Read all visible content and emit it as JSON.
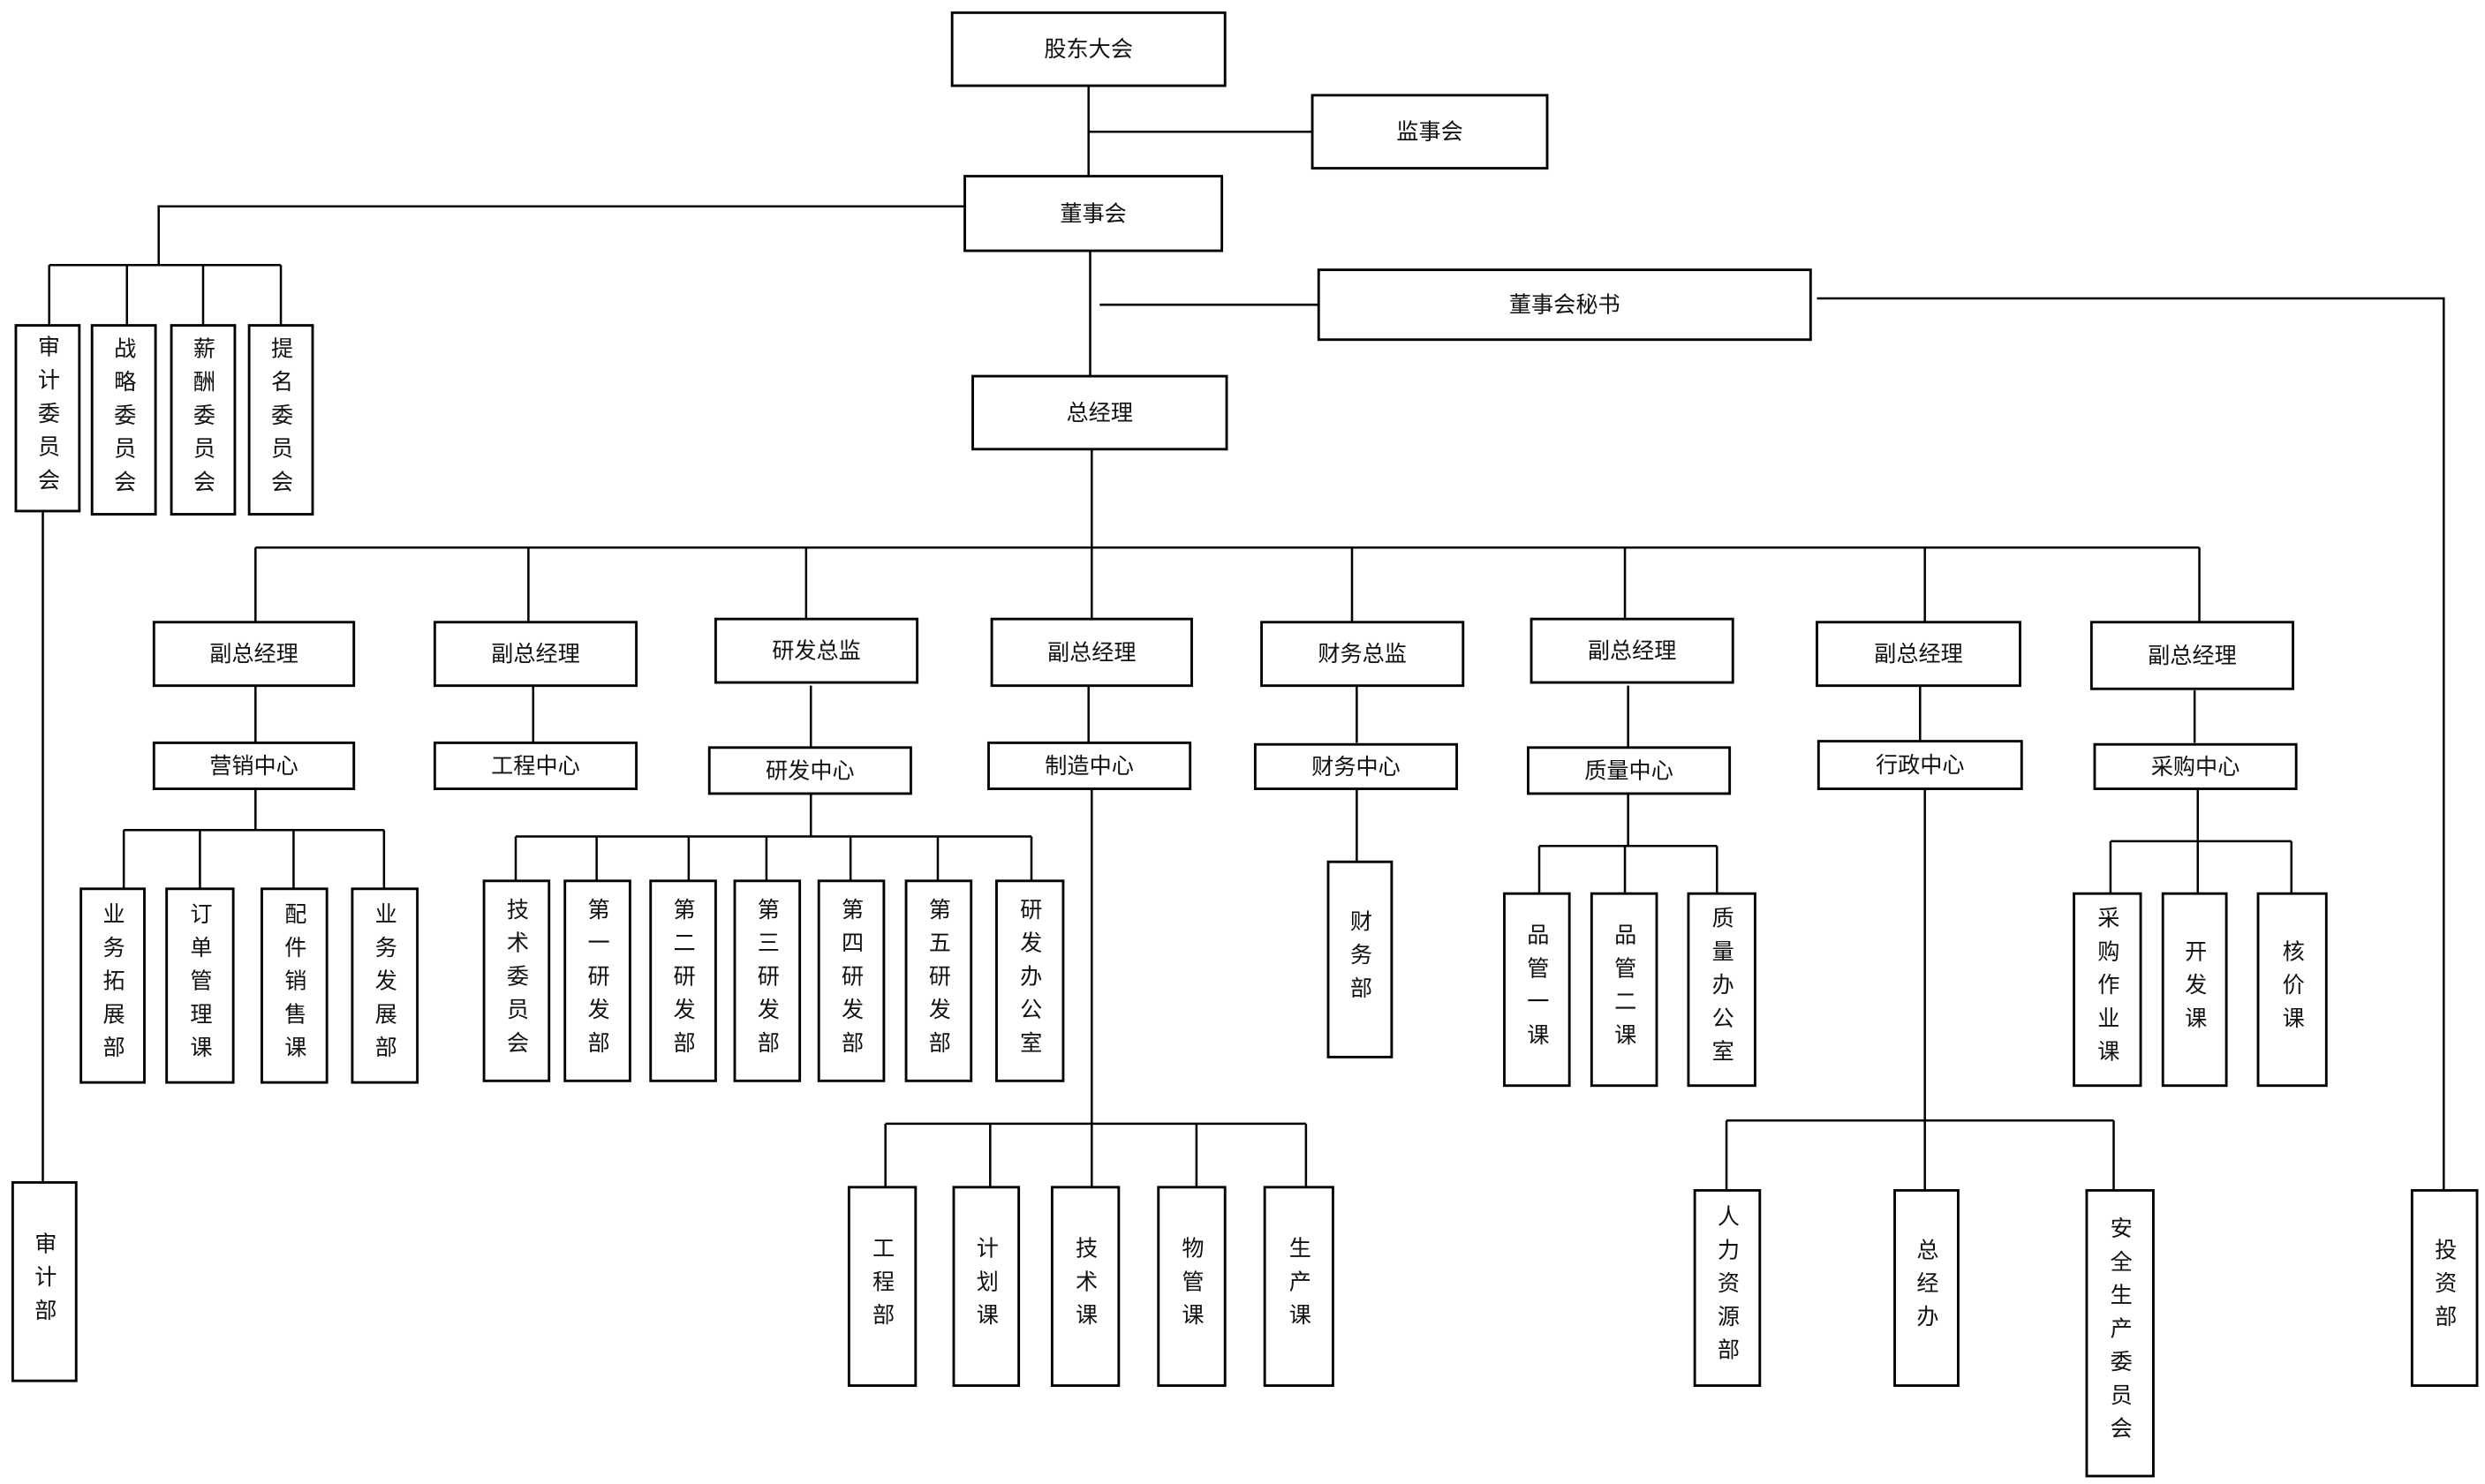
{
  "org_chart": {
    "nodes": {
      "shareholders": "股东大会",
      "supervisors": "监事会",
      "board": "董事会",
      "board_secretary": "董事会秘书",
      "audit_committee": "审计委员会",
      "strategy_committee": "战略委员会",
      "compensation_committee": "薪酬委员会",
      "nomination_committee": "提名委员会",
      "audit_dept": "审计部",
      "investment_dept": "投资部",
      "general_manager": "总经理",
      "vgm1": "副总经理",
      "vgm2": "副总经理",
      "rd_director": "研发总监",
      "vgm3": "副总经理",
      "cfo": "财务总监",
      "vgm4": "副总经理",
      "vgm5": "副总经理",
      "vgm6": "副总经理",
      "marketing_center": "营销中心",
      "engineering_center": "工程中心",
      "rd_center": "研发中心",
      "manufacturing_center": "制造中心",
      "finance_center": "财务中心",
      "quality_center": "质量中心",
      "admin_center": "行政中心",
      "purchasing_center": "采购中心",
      "biz_expansion": "业务拓展部",
      "order_mgmt": "订单管理课",
      "parts_sales": "配件销售课",
      "biz_development": "业务发展部",
      "tech_committee": "技术委员会",
      "rd1": "第一研发部",
      "rd2": "第二研发部",
      "rd3": "第三研发部",
      "rd4": "第四研发部",
      "rd5": "第五研发部",
      "rd_office": "研发办公室",
      "engineering_dept": "工程部",
      "planning": "计划课",
      "technology": "技术课",
      "materials": "物管课",
      "production": "生产课",
      "finance_dept": "财务部",
      "qc1": "品管一课",
      "qc2": "品管二课",
      "quality_office": "质量办公室",
      "hr_dept": "人力资源部",
      "gm_office": "总经办",
      "safety_committee": "安全生产委员会",
      "purchasing_ops": "采购作业课",
      "development": "开发课",
      "pricing": "核价课"
    }
  }
}
